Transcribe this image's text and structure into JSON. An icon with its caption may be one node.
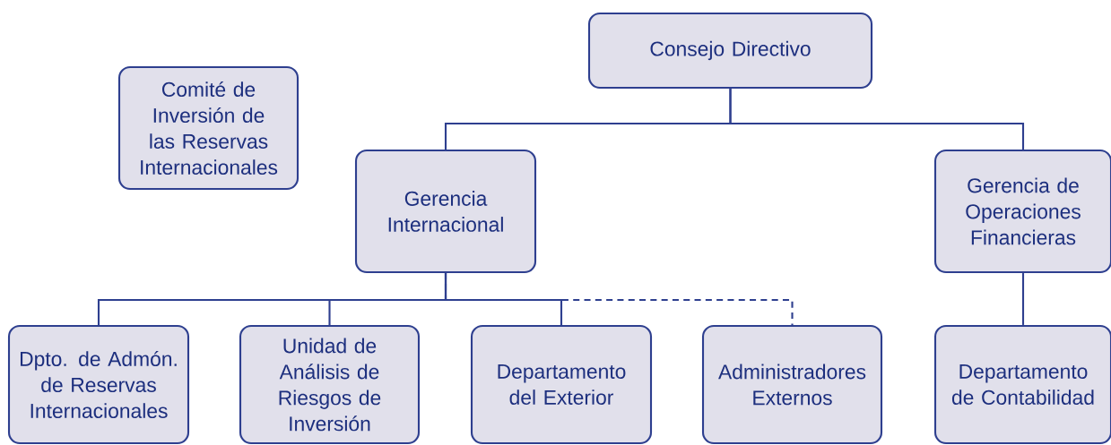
{
  "diagram": {
    "nodes": [
      {
        "text": [
          "Consejo Directivo"
        ]
      },
      {
        "text": [
          "Comité de Inversión de las Reservas Internacionales"
        ]
      },
      {
        "text": [
          "Gerencia Internacional"
        ]
      },
      {
        "text": [
          "Gerencia de Operaciones Financieras"
        ]
      },
      {
        "text": [
          "Dpto. de Admón. de Reservas Internacionales"
        ]
      },
      {
        "text": [
          "Unidad de Análisis de Riesgos de Inversión"
        ]
      },
      {
        "text": [
          "Departamento del Exterior"
        ]
      },
      {
        "text": [
          "Administradores Externos"
        ]
      },
      {
        "text": [
          "Departamento de Contabilidad"
        ]
      }
    ],
    "edges": [
      {
        "from": 0,
        "to": 2,
        "arrow": "none"
      },
      {
        "from": 0,
        "to": 3,
        "arrow": "none"
      },
      {
        "from": 2,
        "to": 4,
        "arrow": "none"
      },
      {
        "from": 2,
        "to": 5,
        "arrow": "none"
      },
      {
        "from": 2,
        "to": 6,
        "arrow": "none"
      },
      {
        "from": 2,
        "to": 7,
        "arrow": "none",
        "style": "dashed"
      },
      {
        "from": 3,
        "to": 8,
        "arrow": "none"
      }
    ]
  }
}
